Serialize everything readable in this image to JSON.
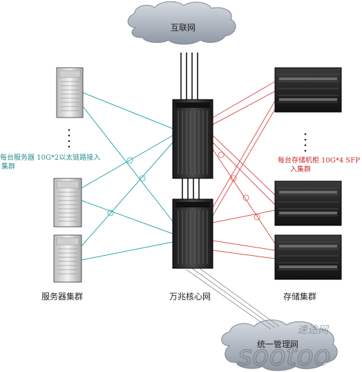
{
  "labels": {
    "internet": "互联网",
    "mgmt": "统一管理网",
    "servers": "服务器集群",
    "core": "万兆核心网",
    "storage": "存储集群",
    "server_note_1": "每台服务器 10G*2以太链路接入",
    "server_note_2": "集群",
    "storage_note_1": "每台存储机柜 10G*4 SFP",
    "storage_note_2": "入集群",
    "watermark_cn": "速途网",
    "watermark_en": "sootoo"
  },
  "colors": {
    "teal_link": "#2aa6a6",
    "red_link": "#d9534f",
    "black_link": "#111111",
    "cloud_fill": "#a8b0ba",
    "cloud_fill_2": "#cfd5dc",
    "switch": "#2b2b2b",
    "server_body": "#e9e9e9",
    "storage_body": "#1c1c1c"
  },
  "icons": [
    "cloud-icon",
    "server-tower-icon",
    "core-switch-icon",
    "storage-cabinet-icon"
  ]
}
